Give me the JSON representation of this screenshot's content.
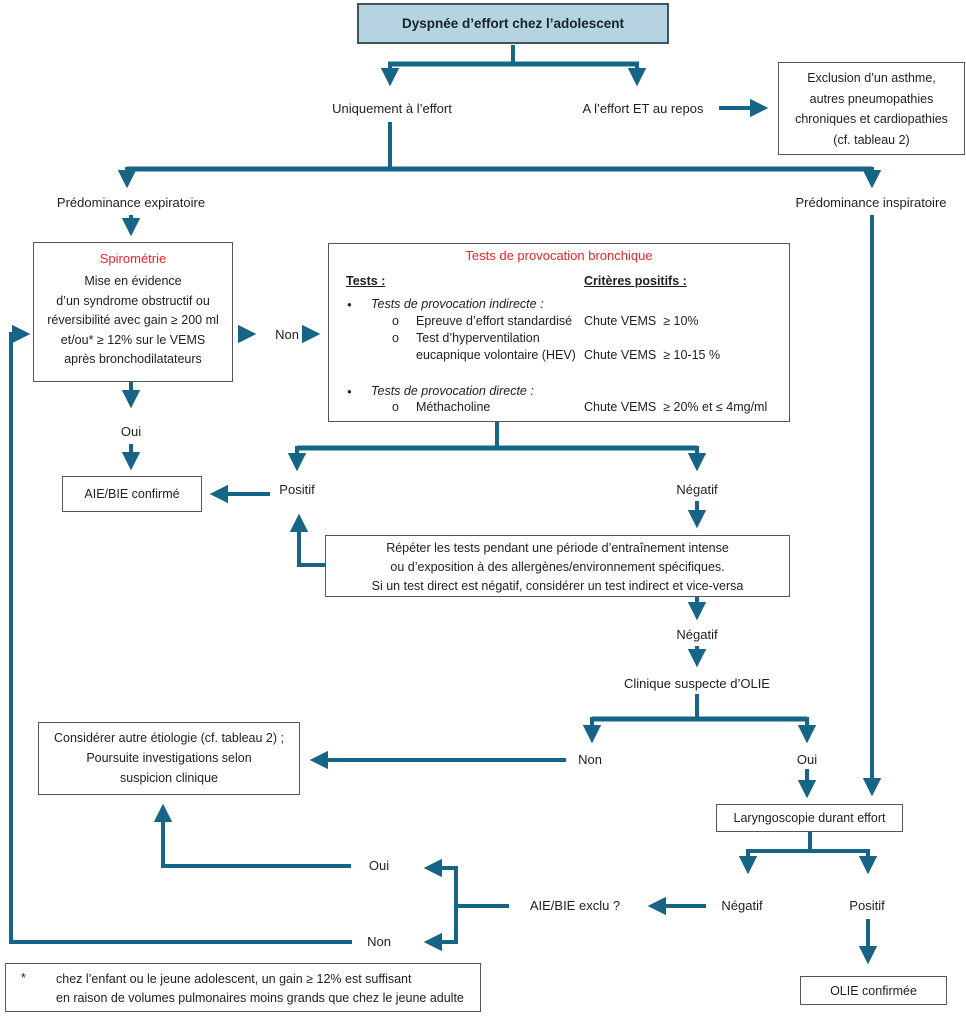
{
  "colors": {
    "accent": "#176586",
    "red": "#e8242c",
    "title_box_fill": "#b6d3e2"
  },
  "boxes": {
    "title": {
      "label": "Dyspnée d’effort chez l’adolescent"
    },
    "exclusion": {
      "lines": [
        "Exclusion d’un asthme,",
        "autres pneumopathies",
        "chroniques et cardiopathies",
        "(cf. tableau 2)"
      ]
    },
    "spirometrie": {
      "title": "Spirométrie",
      "lines": [
        "Mise en évidence",
        "d’un syndrome obstructif ou",
        "réversibilité avec gain ≥ 200 ml",
        "et/ou* ≥ 12% sur le VEMS",
        "après bronchodilatateurs"
      ]
    },
    "tests": {
      "title": "Tests de provocation bronchique",
      "col1_header": "Tests :",
      "bullet_glyph": "●",
      "sub_bullet": "o",
      "bullet1": "Tests de provocation indirecte :",
      "item1": "Epreuve d’effort standardisé",
      "item2_line1": "Test d’hyperventilation",
      "item2_line2": "eucapnique volontaire (HEV)",
      "bullet2": "Tests de provocation directe :",
      "item3": "Méthacholine",
      "col2_header": "Critères positifs :",
      "crit1": "Chute VEMS  ≥ 10%",
      "crit2": "Chute VEMS  ≥ 10-15 %",
      "crit3": "Chute VEMS  ≥ 20% et ≤ 4mg/ml"
    },
    "aie_confirme": {
      "label": "AIE/BIE confirmé"
    },
    "repeter": {
      "lines": [
        "Répéter les tests pendant une période d’entraînement intense",
        "ou d’exposition à des allergènes/environnement spécifiques.",
        "Si un test direct est négatif, considérer un test indirect et vice-versa"
      ]
    },
    "considerer": {
      "lines": [
        "Considérer autre étiologie (cf. tableau 2) ;",
        "Poursuite investigations selon",
        "suspicion clinique"
      ]
    },
    "laryngoscopie": {
      "label": "Laryngoscopie durant effort"
    },
    "olie": {
      "label": "OLIE confirmée"
    },
    "footnote": {
      "marker": "*",
      "lines": [
        "chez l’enfant ou le jeune adolescent, un gain ≥ 12% est suffisant",
        "en raison de volumes pulmonaires moins grands que chez le jeune adulte"
      ]
    }
  },
  "labels": {
    "uniquement": "Uniquement à l’effort",
    "effort_et_repos": "A l’effort ET au repos",
    "pred_expiratoire": "Prédominance expiratoire",
    "pred_inspiratoire": "Prédominance inspiratoire",
    "non_spiro": "Non",
    "oui_spiro": "Oui",
    "positif_tests": "Positif",
    "negatif_tests": "Négatif",
    "negatif_repeter": "Négatif",
    "clinique_olie": "Clinique suspecte d’OLIE",
    "non_clinique": "Non",
    "oui_clinique": "Oui",
    "negatif_laryngo": "Négatif",
    "positif_laryngo": "Positif",
    "aie_exclu": "AIE/BIE exclu ?",
    "oui_exclu": "Oui",
    "non_exclu": "Non"
  }
}
